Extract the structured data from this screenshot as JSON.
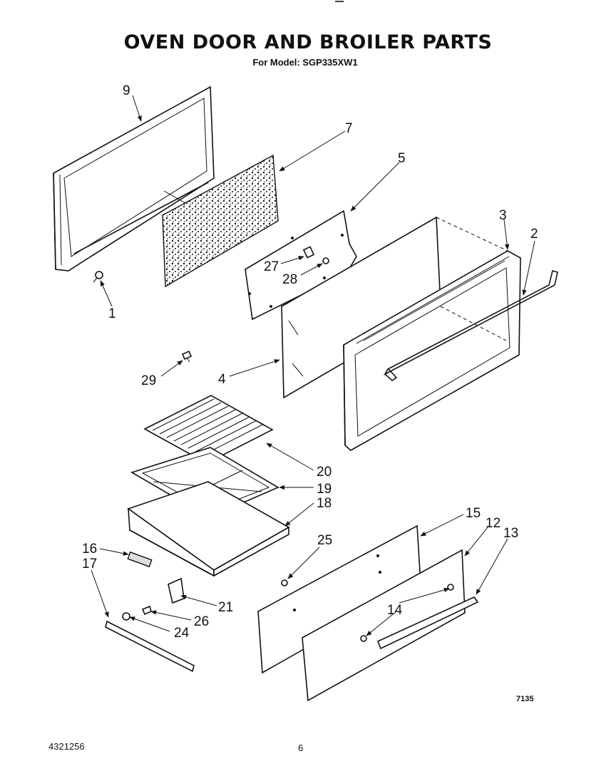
{
  "title": "OVEN DOOR AND BROILER PARTS",
  "subtitle": "For Model: SGP335XW1",
  "footer": {
    "doc_number": "4321256",
    "page_number": "6",
    "figure_code": "7135"
  },
  "callouts": [
    {
      "id": "c1",
      "label": "1"
    },
    {
      "id": "c2",
      "label": "2"
    },
    {
      "id": "c3",
      "label": "3"
    },
    {
      "id": "c4",
      "label": "4"
    },
    {
      "id": "c5",
      "label": "5"
    },
    {
      "id": "c7",
      "label": "7"
    },
    {
      "id": "c9",
      "label": "9"
    },
    {
      "id": "c12",
      "label": "12"
    },
    {
      "id": "c13",
      "label": "13"
    },
    {
      "id": "c14",
      "label": "14"
    },
    {
      "id": "c15",
      "label": "15"
    },
    {
      "id": "c16",
      "label": "16"
    },
    {
      "id": "c17",
      "label": "17"
    },
    {
      "id": "c18",
      "label": "18"
    },
    {
      "id": "c19",
      "label": "19"
    },
    {
      "id": "c20",
      "label": "20"
    },
    {
      "id": "c21",
      "label": "21"
    },
    {
      "id": "c24",
      "label": "24"
    },
    {
      "id": "c25",
      "label": "25"
    },
    {
      "id": "c26",
      "label": "26"
    },
    {
      "id": "c27",
      "label": "27"
    },
    {
      "id": "c28",
      "label": "28"
    },
    {
      "id": "c29",
      "label": "29"
    }
  ]
}
